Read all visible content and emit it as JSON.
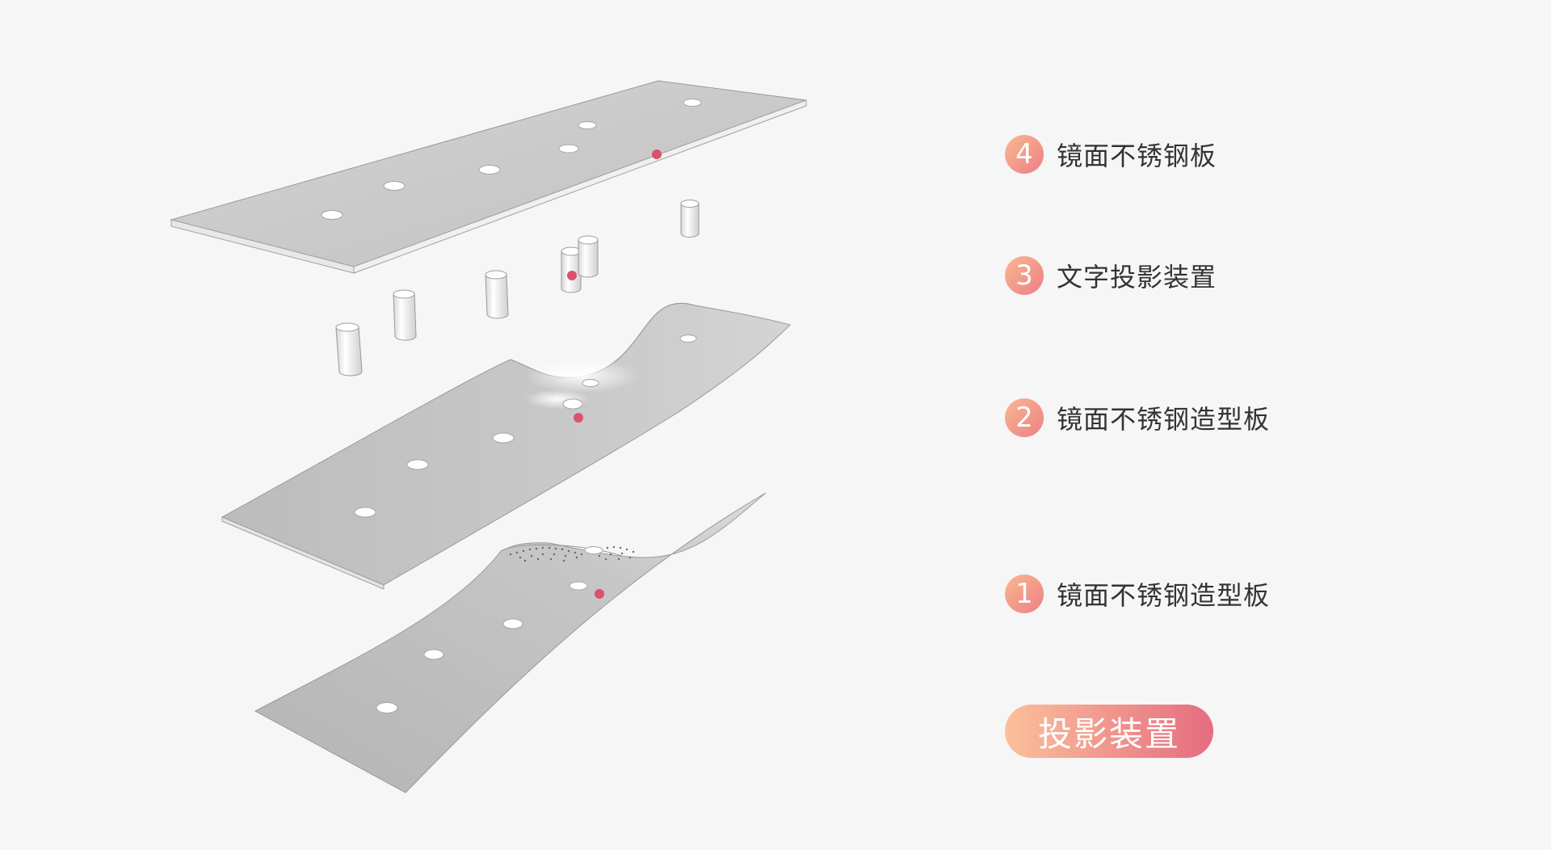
{
  "layers": [
    {
      "number": "4",
      "label": "镜面不锈钢板"
    },
    {
      "number": "3",
      "label": "文字投影装置"
    },
    {
      "number": "2",
      "label": "镜面不锈钢造型板"
    },
    {
      "number": "1",
      "label": "镜面不锈钢造型板"
    }
  ],
  "button": {
    "label": "投影装置"
  },
  "colors": {
    "leader_line": "#d9536a",
    "badge_start": "#f9b892",
    "badge_end": "#ec7f84",
    "pill_start": "#fbc09a",
    "pill_end": "#e56c80",
    "plate": "#c9c9c9",
    "background": "#f6f6f6"
  }
}
